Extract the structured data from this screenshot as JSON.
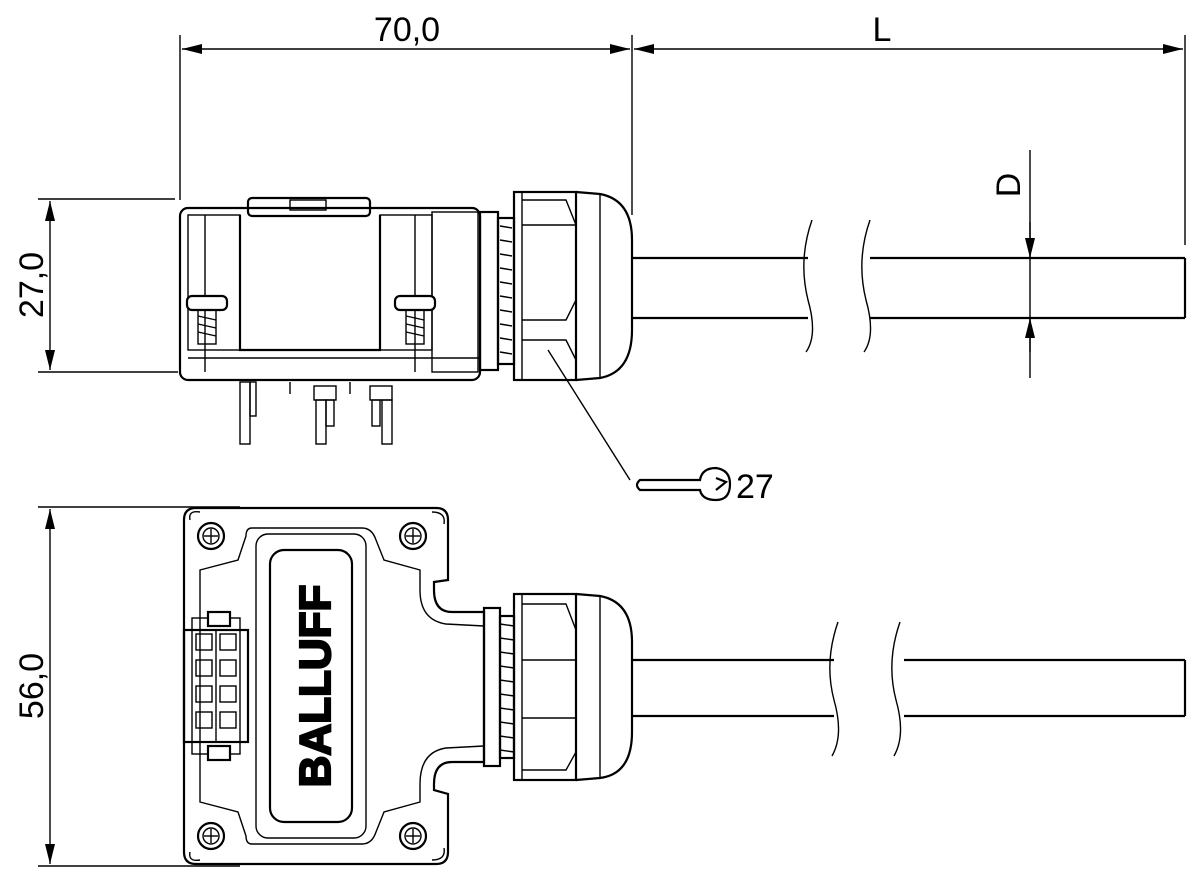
{
  "dimensions": {
    "length": "70,0",
    "cable_length": "L",
    "diameter": "D",
    "height": "27,0",
    "width": "56,0",
    "wrench_size": "27"
  },
  "logo_text": "BALLUFF",
  "icons": {
    "wrench": "wrench-icon",
    "screw": "phillips-screw-icon"
  },
  "colors": {
    "line": "#000000",
    "background": "#ffffff"
  }
}
